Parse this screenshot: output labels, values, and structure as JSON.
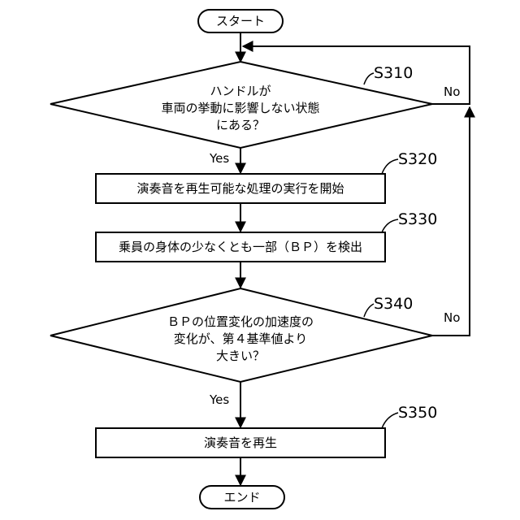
{
  "terminals": {
    "start": "スタート",
    "end": "エンド"
  },
  "decisions": [
    {
      "step": "S310",
      "lines": [
        "ハンドルが",
        "車両の挙動に影響しない状態",
        "にある？"
      ]
    },
    {
      "step": "S340",
      "lines": [
        "ＢＰの位置変化の加速度の",
        "変化が、第４基準値より",
        "大きい？"
      ]
    }
  ],
  "processes": [
    {
      "step": "S320",
      "text": "演奏音を再生可能な処理の実行を開始"
    },
    {
      "step": "S330",
      "text": "乗員の身体の少なくとも一部（ＢＰ）を検出"
    },
    {
      "step": "S350",
      "text": "演奏音を再生"
    }
  ],
  "branches": {
    "d1_yes": "Yes",
    "d1_no": "No",
    "d2_yes": "Yes",
    "d2_no": "No"
  }
}
